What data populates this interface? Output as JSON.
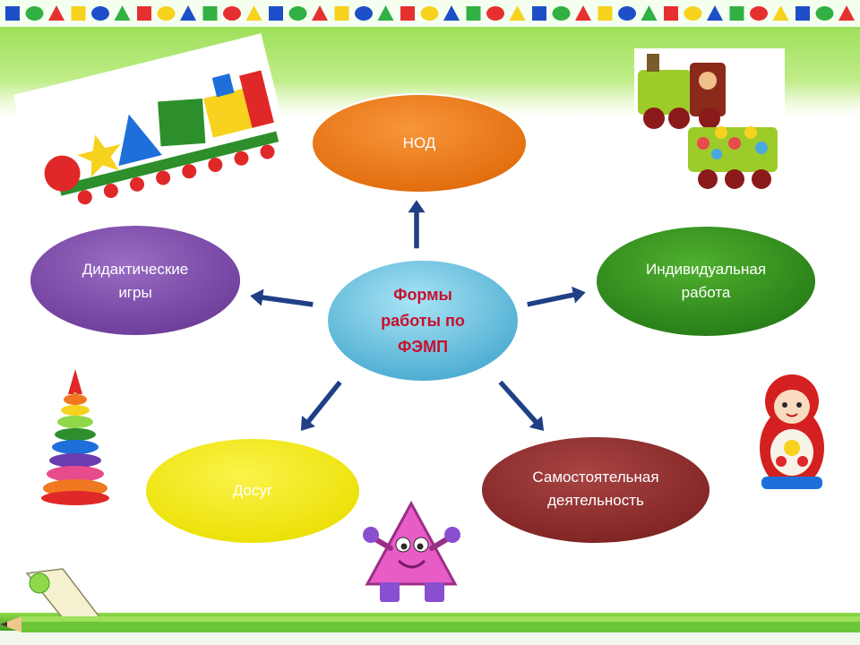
{
  "diagram": {
    "center": {
      "label": "Формы\nработы по\nФЭМП",
      "color": "#4fb6d8"
    },
    "nodes": [
      {
        "id": "nod",
        "label": "НОД",
        "color": "#e9720f"
      },
      {
        "id": "didactic",
        "label": "Дидактические\nигры",
        "color": "#7b4aa6"
      },
      {
        "id": "individual",
        "label": "Индивидуальная\nработа",
        "color": "#2e8b1e"
      },
      {
        "id": "leisure",
        "label": "Досуг",
        "color": "#f2ea00"
      },
      {
        "id": "independent",
        "label": "Самостоятельная\nдеятельность",
        "color": "#8c2a2a"
      }
    ],
    "arrow_color": "#1f3f86"
  },
  "decor": {
    "top_border_shapes": [
      "square-icon",
      "circle-icon",
      "triangle-icon"
    ],
    "top_border_colors": [
      "#1e4fc9",
      "#32b043",
      "#e63030",
      "#f7d21e"
    ],
    "band_color": "#8fd84a",
    "bottom_band_color": "#6cc638",
    "images": [
      "toy-train-shapes-image",
      "cartoon-train-image",
      "stacking-pyramid-image",
      "matryoshka-image",
      "smiling-triangle-image",
      "pencil-ruler-image"
    ]
  }
}
